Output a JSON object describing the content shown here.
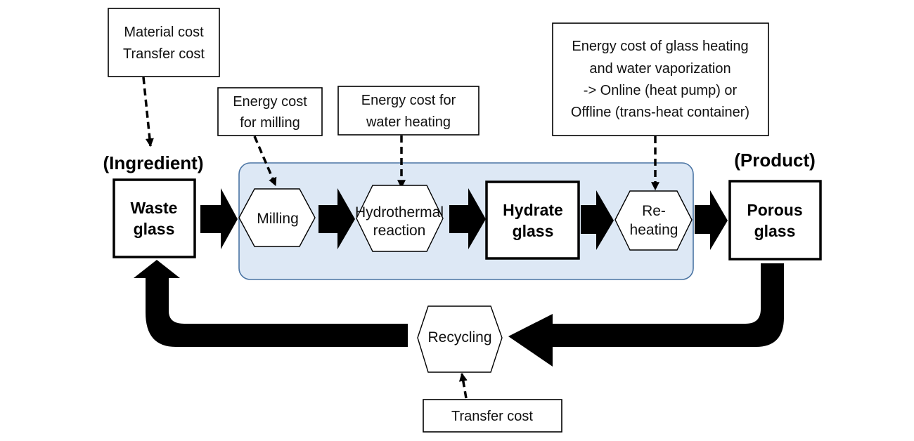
{
  "colors": {
    "process_fill": "#dde8f5",
    "process_border": "#4a74a3",
    "arrow": "#000000",
    "box_border": "#000000"
  },
  "roles": {
    "ingredient": "(Ingredient)",
    "product": "(Product)"
  },
  "materials": {
    "waste_glass": [
      "Waste",
      "glass"
    ],
    "hydrate_glass": [
      "Hydrate",
      "glass"
    ],
    "porous_glass": [
      "Porous",
      "glass"
    ]
  },
  "processes": {
    "milling": [
      "Milling"
    ],
    "hydrothermal": [
      "Hydrothermal",
      "reaction"
    ],
    "reheating": [
      "Re-",
      "heating"
    ],
    "recycling": [
      "Recycling"
    ]
  },
  "costs": {
    "ingredient": [
      "Material cost",
      "Transfer cost"
    ],
    "milling": [
      "Energy cost",
      "for milling"
    ],
    "water_heating": [
      "Energy cost for",
      "water heating"
    ],
    "reheating": [
      "Energy cost of glass heating",
      "and water vaporization",
      "-> Online (heat pump) or",
      "Offline (trans-heat container)"
    ],
    "recycling": [
      "Transfer cost"
    ]
  }
}
